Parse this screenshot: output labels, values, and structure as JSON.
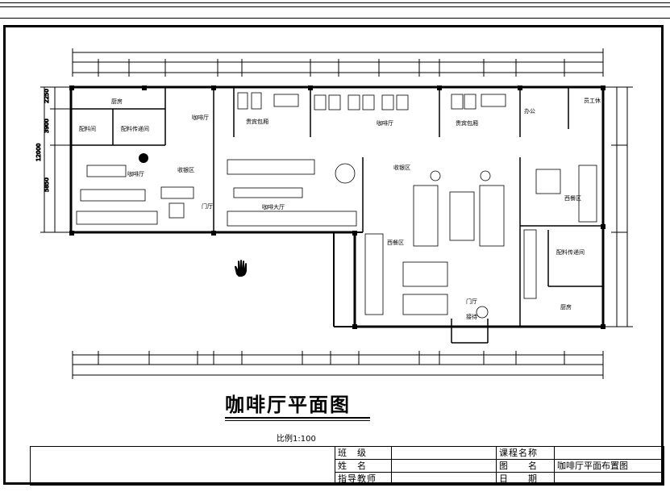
{
  "drawing": {
    "title": "咖啡厅平面图",
    "scale": "比例1:100",
    "rooms": {
      "kitchen_left": "厨房",
      "prep_room": "配料间",
      "prep_pass_left": "配料传递间",
      "cafe_left": "咖啡厅",
      "cafe_top": "咖啡厅",
      "vip_left": "贵宾包厢",
      "vip_right": "贵宾包厢",
      "cafe_top_right": "咖啡厅",
      "cashier_left": "收银区",
      "entrance_left": "门厅",
      "cafe_hall": "咖啡大厅",
      "cashier_right": "收银区",
      "western_left": "西餐区",
      "western_right": "西餐区",
      "office": "办公",
      "staff_wc": "员工休",
      "prep_pass_right": "配料传递间",
      "entrance_bottom": "门厅",
      "reception": "接待",
      "kitchen_right": "厨房"
    },
    "dims": {
      "left_1": "2250",
      "left_2": "3900",
      "left_3": "12000",
      "left_4": "5850"
    }
  },
  "title_block": {
    "class_label": "班　级",
    "name_label": "姓　名",
    "teacher_label": "指导教师",
    "course_label": "课程名称",
    "drawing_name_label": "图　　名",
    "drawing_name_value": "咖啡厅平面布置图",
    "date_label": "日　　期"
  }
}
